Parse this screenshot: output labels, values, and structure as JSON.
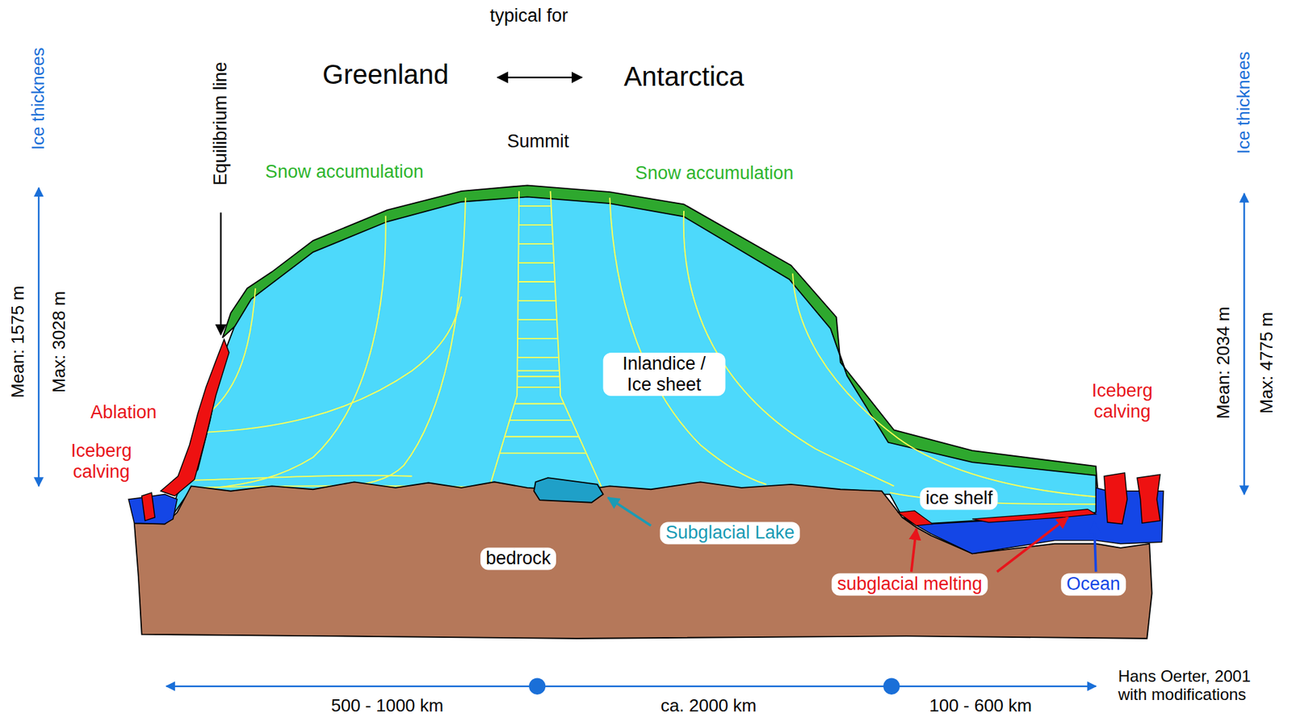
{
  "diagram": {
    "labels": [
      "typical for",
      "Greenland",
      "Antarctica",
      "Summit",
      "Snow accumulation",
      "Snow accumulation",
      "Equilibrium line",
      "Ice thicknees",
      "Mean: 1575 m",
      "Max: 3028 m",
      "Ablation",
      "Iceberg calving",
      "Inlandice / Ice sheet",
      "Iceberg calving",
      "Ice thicknees",
      "Mean: 2034 m",
      "Max: 4775 m",
      "ice shelf",
      "Subglacial Lake",
      "bedrock",
      "subglacial melting",
      "Ocean",
      "500 - 1000 km",
      "ca. 2000 km",
      "100 - 600 km",
      "Hans Oerter, 2001 with modifications"
    ]
  }
}
